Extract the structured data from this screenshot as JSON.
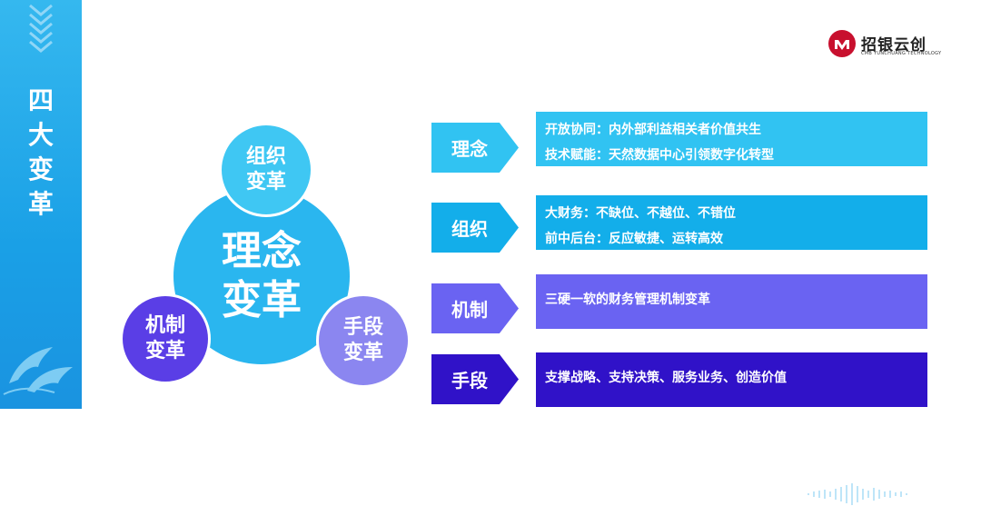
{
  "sidebar": {
    "title_chars": [
      "四",
      "大",
      "变",
      "革"
    ]
  },
  "logo": {
    "name": "招银云创",
    "subtitle": "CMB YUNCHUANG TECHNOLOGY",
    "brand_color": "#c8102e"
  },
  "circles": {
    "top": [
      "组织",
      "变革"
    ],
    "main": [
      "理念",
      "变革"
    ],
    "left": [
      "机制",
      "变革"
    ],
    "right": [
      "手段",
      "变革"
    ]
  },
  "rows": [
    {
      "tag": "理念",
      "lines": [
        "开放协同：内外部利益相关者价值共生",
        "技术赋能：天然数据中心引领数字化转型"
      ],
      "color": "#31c3f2"
    },
    {
      "tag": "组织",
      "lines": [
        "大财务：不缺位、不越位、不错位",
        "前中后台：反应敏捷、运转高效"
      ],
      "color": "#13aeea"
    },
    {
      "tag": "机制",
      "lines": [
        "三硬一软的财务管理机制变革"
      ],
      "color": "#6a63f2"
    },
    {
      "tag": "手段",
      "lines": [
        "支撑战略、支持决策、服务业务、创造价值"
      ],
      "color": "#3012c8"
    }
  ]
}
